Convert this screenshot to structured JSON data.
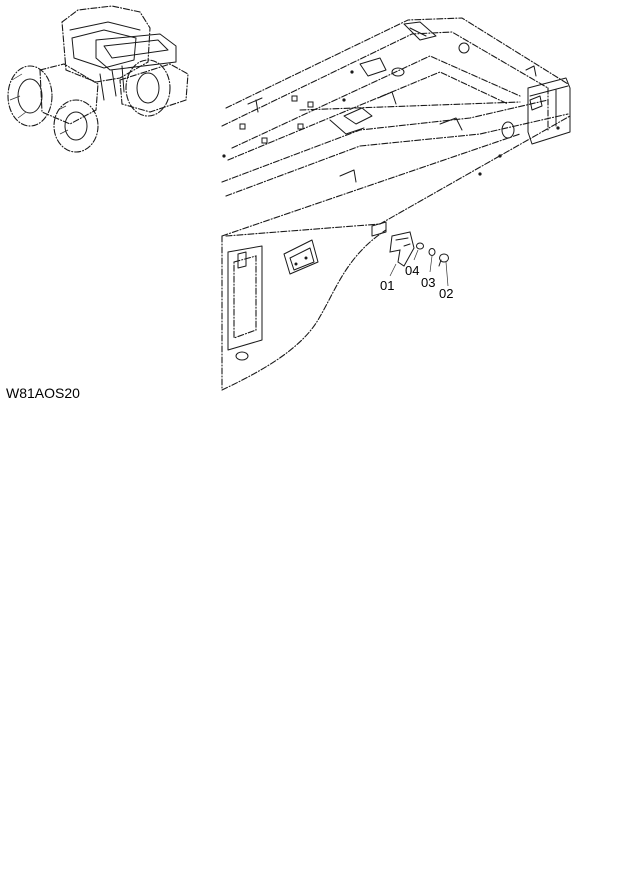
{
  "figure_code": "W81AOS20",
  "callouts": [
    {
      "id": "c01",
      "label": "01"
    },
    {
      "id": "c04",
      "label": "04"
    },
    {
      "id": "c03",
      "label": "03"
    },
    {
      "id": "c02",
      "label": "02"
    }
  ],
  "colors": {
    "line": "#1a1a1a",
    "background": "#ffffff"
  }
}
